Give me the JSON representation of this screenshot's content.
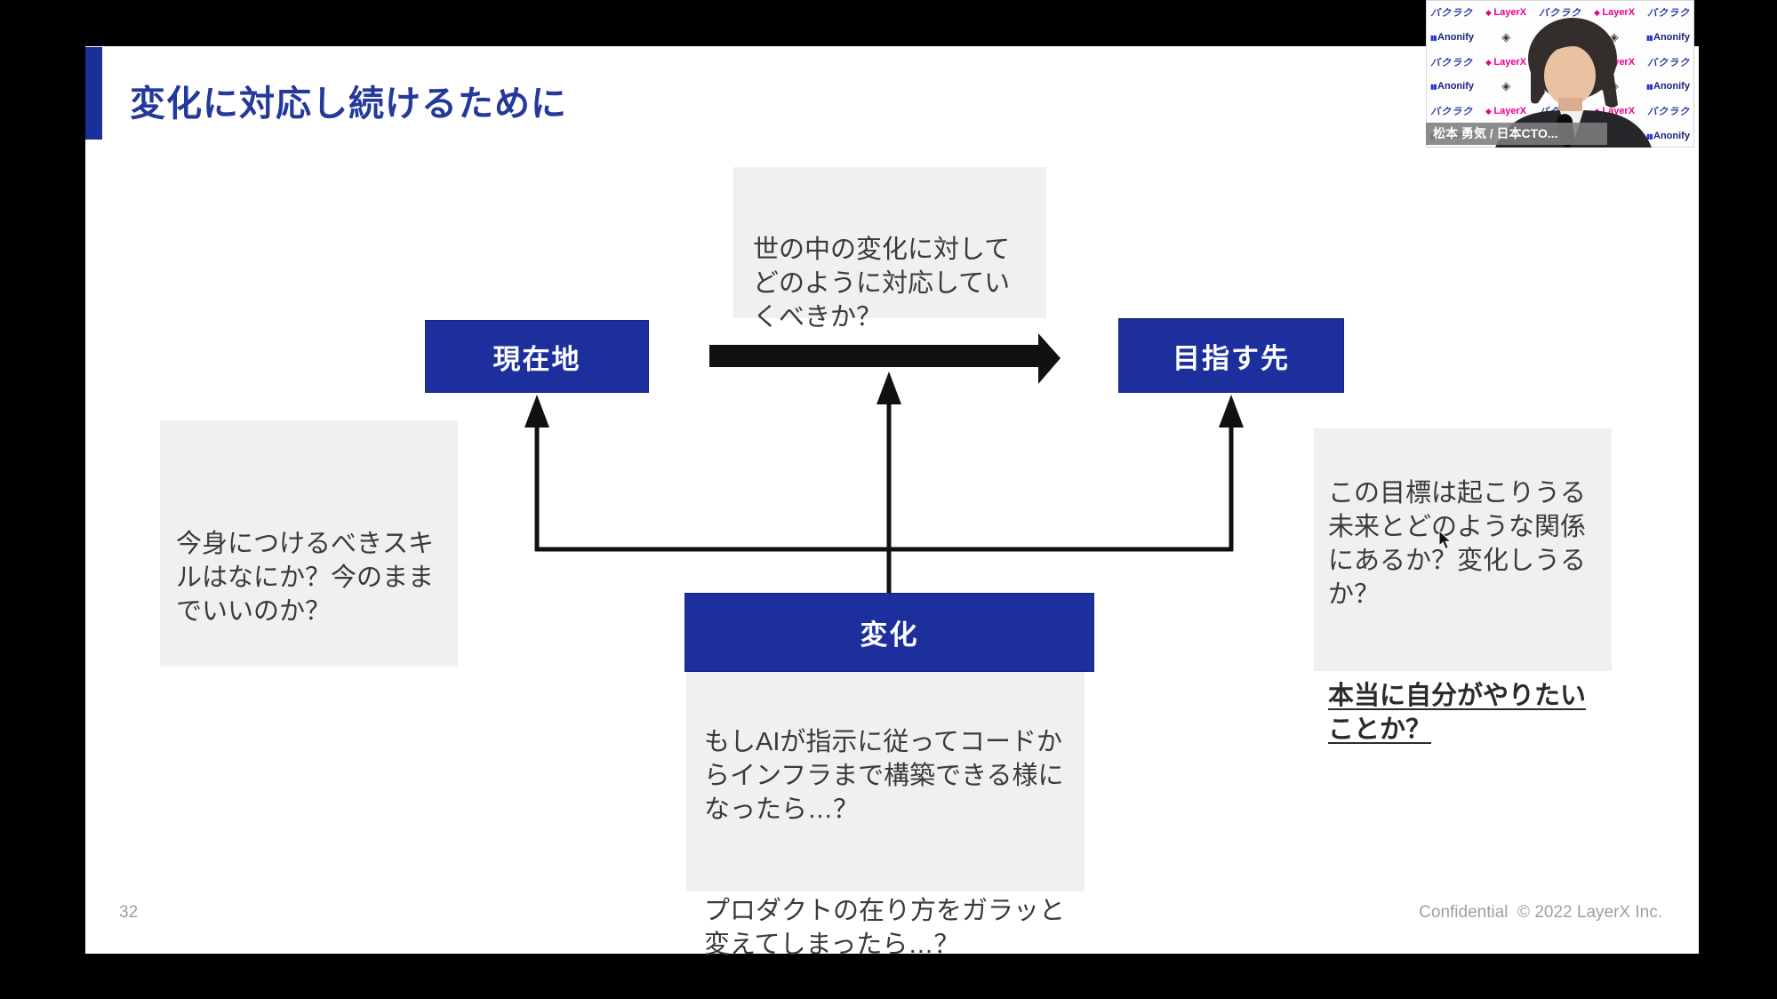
{
  "colors": {
    "node_blue": "#1c2f9d",
    "title_blue": "#24399b",
    "note_bg": "#f0f0f1",
    "layerx_pink": "#ec008c",
    "arrow_black": "#111111"
  },
  "slide": {
    "title": "変化に対応し続けるために",
    "page_number": "32",
    "footer": "Confidential  © 2022 LayerX Inc.",
    "nodes": {
      "current": "現在地",
      "destination": "目指す先",
      "change": "変化"
    },
    "notes": {
      "top": "世の中の変化に対して\nどのように対応してい\nくべきか？",
      "left": "今身につけるべきスキ\nルはなにか？今のまま\nでいいのか？",
      "right_p1": "この目標は起こりうる\n未来とどのような関係\nにあるか？変化しうる\nか？",
      "right_p2": "本当に自分がやりたい\nことか？",
      "bottom_p1": "もしAIが指示に従ってコードか\nらインフラまで構築できる様に\nなったら…？",
      "bottom_p2": "プロダクトの在り方をガラッと\n変えてしまったら…？"
    }
  },
  "webcam": {
    "name_label": "松本 勇気 / 日本CTO...",
    "logos": {
      "bakuraku": "バクラク",
      "layerx": "LayerX",
      "anonify": "Anonify",
      "mitsui": "◈"
    },
    "wall_rows": [
      [
        "bakuraku",
        "layerx",
        "bakuraku",
        "layerx",
        "bakuraku"
      ],
      [
        "anonify",
        "mitsui",
        "anonify",
        "mitsui",
        "anonify"
      ],
      [
        "bakuraku",
        "layerx",
        "bakuraku",
        "layerx",
        "bakuraku"
      ],
      [
        "anonify",
        "mitsui",
        "anonify",
        "mitsui",
        "anonify"
      ],
      [
        "bakuraku",
        "layerx",
        "bakuraku",
        "layerx",
        "bakuraku"
      ],
      [
        "anonify",
        "mitsui",
        "anonify",
        "mitsui",
        "anonify"
      ]
    ]
  }
}
